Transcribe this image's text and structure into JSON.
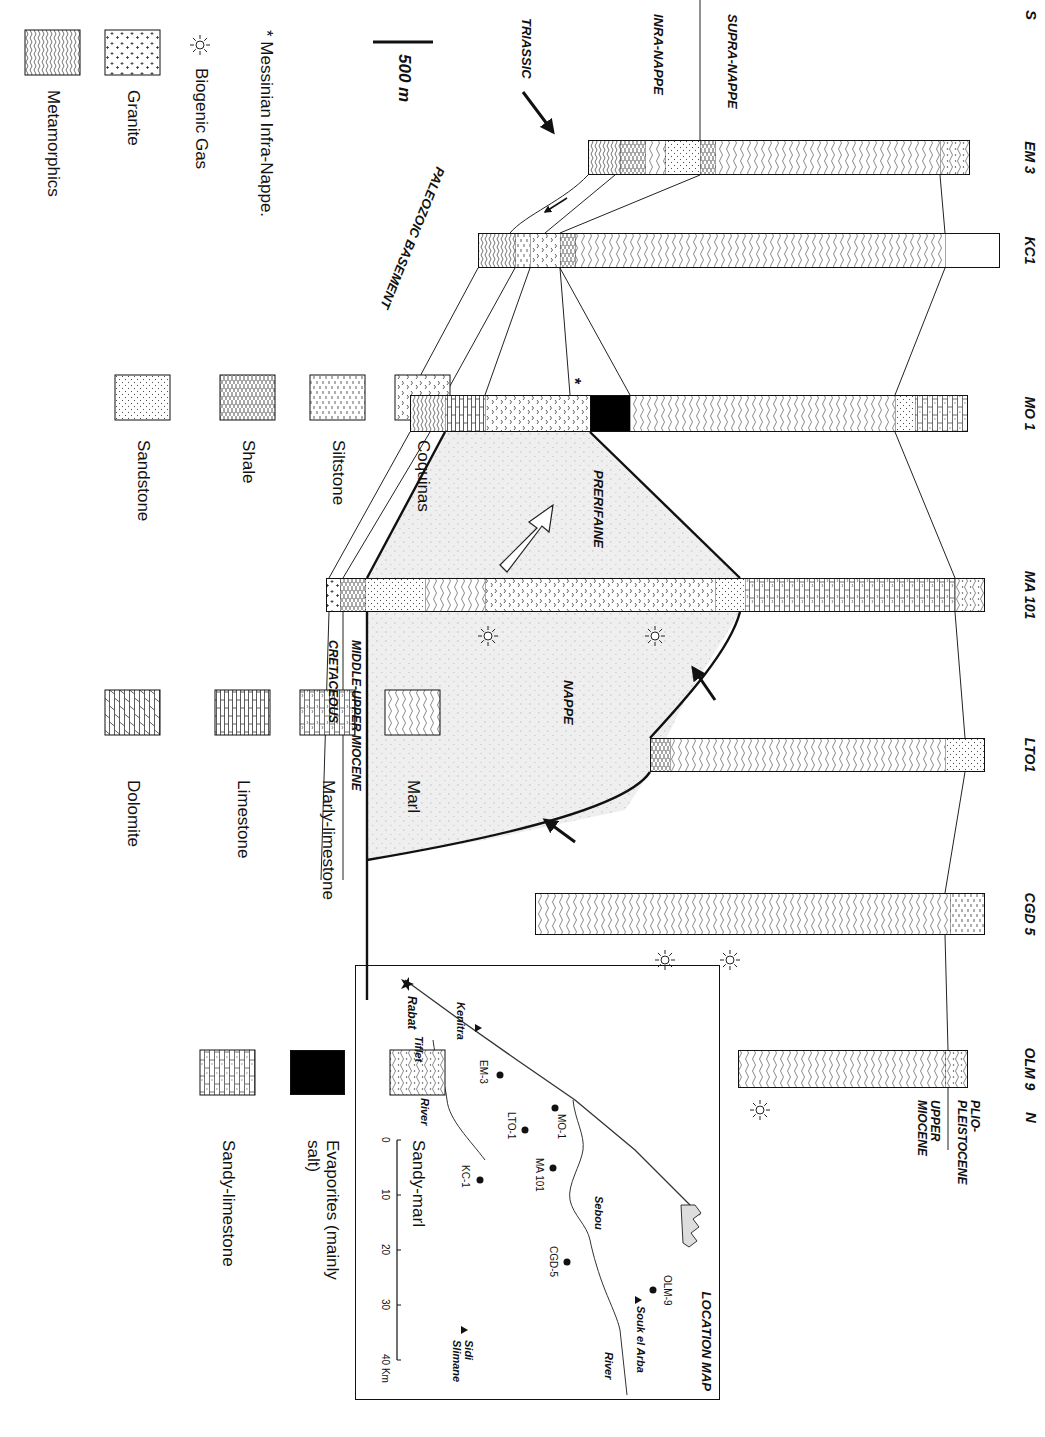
{
  "diagram": {
    "nodes": [
      {
        "text": [
          "EM 3"
        ]
      },
      {
        "text": [
          "KC1"
        ]
      },
      {
        "text": [
          "MO 1"
        ]
      },
      {
        "text": [
          "MA 101"
        ]
      },
      {
        "text": [
          "LTO1"
        ]
      },
      {
        "text": [
          "CGD 5"
        ]
      },
      {
        "text": [
          "OLM 9"
        ]
      },
      {
        "text": [
          "LOCATION MAP"
        ]
      }
    ],
    "labels": [
      "S",
      "SUPRA-NAPPE",
      "INRA-NAPPE",
      "TRIASSIC",
      "PALEOZOIC BASEMENT",
      "500 m",
      "*",
      "PRERIFAINE",
      "NAPPE",
      "MIDDLE-UPPER MIOCENE",
      "CRETACEOUS",
      "N",
      "PLIO-PLEISTOCENE",
      "UPPER MIOCENE",
      "Rabat",
      "Kenitra",
      "MO-1",
      "EM-3",
      "Tiflet",
      "River",
      "MA 101",
      "LTO-1",
      "KC-1",
      "Sebou",
      "OLM-9",
      "CGD-5",
      "Souk el Arba",
      "River",
      "Sidi Slimane",
      "0",
      "10",
      "20",
      "30",
      "40 Km"
    ],
    "legend": [
      {
        "text": "* Messinian Infra-Nappe."
      },
      {
        "text": "Biogenic Gas"
      },
      {
        "text": "Granite"
      },
      {
        "text": "Metamorphics"
      },
      {
        "text": "Coquinas"
      },
      {
        "text": "Siltstone"
      },
      {
        "text": "Shale"
      },
      {
        "text": "Sandstone"
      },
      {
        "text": "Marl"
      },
      {
        "text": "Marly-limestone"
      },
      {
        "text": "Limestone"
      },
      {
        "text": "Dolomite"
      },
      {
        "text": "Sandy-marl"
      },
      {
        "text": "Evaporites (mainly salt)",
        "color": "#000000"
      },
      {
        "text": "Sandy-limestone"
      }
    ]
  }
}
